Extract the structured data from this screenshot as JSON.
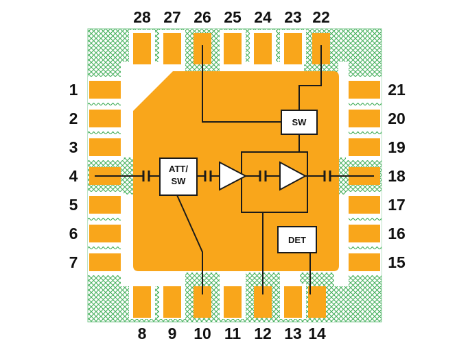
{
  "pins": {
    "top": [
      "28",
      "27",
      "26",
      "25",
      "24",
      "23",
      "22"
    ],
    "bottom": [
      "8",
      "9",
      "10",
      "11",
      "12",
      "13",
      "14"
    ],
    "left": [
      "1",
      "2",
      "3",
      "4",
      "5",
      "6",
      "7"
    ],
    "right": [
      "21",
      "20",
      "19",
      "18",
      "17",
      "16",
      "15"
    ]
  },
  "schematic": {
    "att_sw_label_line1": "ATT/",
    "att_sw_label_line2": "SW",
    "sw_label": "SW",
    "det_label": "DET"
  },
  "colors": {
    "die": "#F9A61B",
    "pad": "#F9A61B",
    "hatch": "#44AF5B",
    "hatchborder": "#7CC98F",
    "line": "#1A1A1A",
    "label": "#111111"
  }
}
